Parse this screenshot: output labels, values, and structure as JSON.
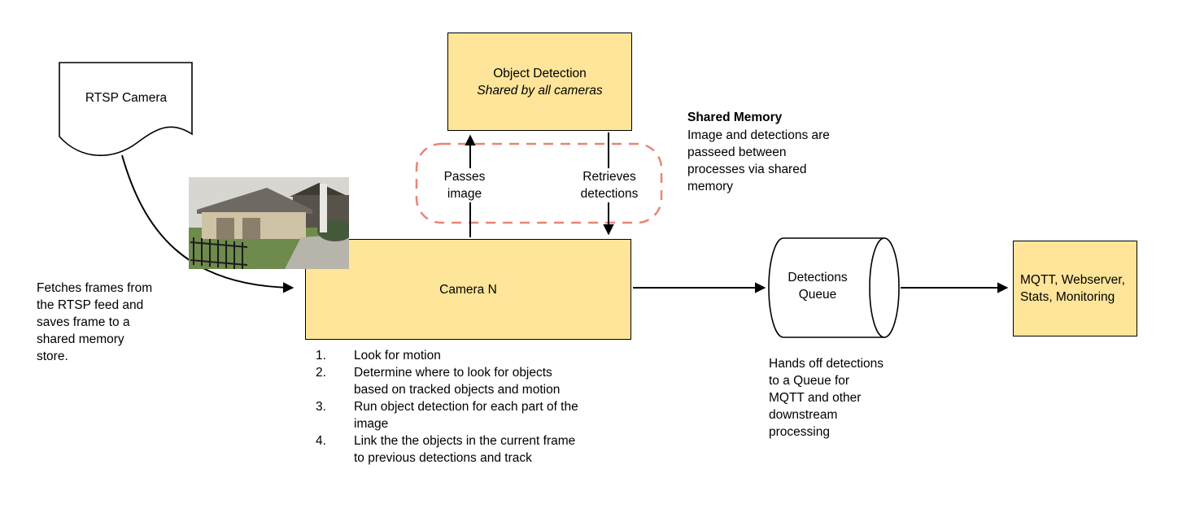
{
  "diagram": {
    "rtsp_camera": {
      "label": "RTSP Camera"
    },
    "fetch_note": "Fetches frames from the RTSP feed and saves frame to a shared memory store.",
    "object_detection": {
      "title": "Object Detection",
      "subtitle": "Shared by all cameras"
    },
    "shared_memory": {
      "title": "Shared Memory",
      "body": "Image and detections are passeed between processes via shared memory"
    },
    "edges": {
      "passes_image": "Passes image",
      "retrieves_detections": "Retrieves detections"
    },
    "camera_n": {
      "label": "Camera N",
      "steps": [
        "Look for motion",
        "Determine where to look for objects based on tracked objects and motion",
        "Run object detection for each part of the image",
        "Link the the objects in the current frame to previous detections and track"
      ]
    },
    "detections_queue": {
      "label": "Detections Queue",
      "note": "Hands off detections to a Queue for MQTT and other downstream processing"
    },
    "outputs": {
      "label": "MQTT, Webserver, Stats, Monitoring"
    },
    "colors": {
      "node_fill": "#ffe599",
      "node_border": "#000000",
      "shared_memory_outline": "#ea8474",
      "arrow": "#000000"
    }
  }
}
